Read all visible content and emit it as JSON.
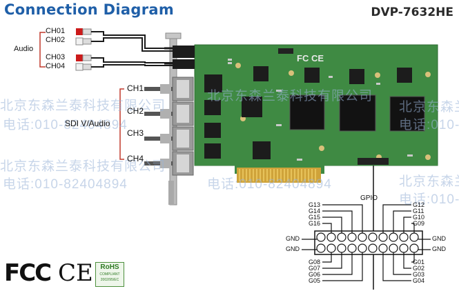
{
  "header": {
    "title": "Connection Diagram",
    "model": "DVP-7632HE"
  },
  "audio": {
    "group_label": "Audio",
    "channels": [
      "CH01",
      "CH02",
      "CH03",
      "CH04"
    ]
  },
  "sdi": {
    "group_label": "SDI V/Audio",
    "channels": [
      "CH1",
      "CH2",
      "CH3",
      "CH4"
    ]
  },
  "board": {
    "brand_marks": "FC CE"
  },
  "gpio": {
    "label": "GPIO",
    "gnd_label": "GND",
    "top_left": [
      "G13",
      "G14",
      "G15",
      "G16"
    ],
    "top_right": [
      "G12",
      "G11",
      "G10",
      "G09"
    ],
    "bottom_left": [
      "G08",
      "G07",
      "G06",
      "G05"
    ],
    "bottom_right": [
      "G01",
      "G02",
      "G03",
      "G04"
    ]
  },
  "watermark": {
    "company": "北京东森兰泰科技有限公司",
    "phone": "电话:010-82404894"
  },
  "certifications": {
    "fcc": "FCC",
    "ce": "CE",
    "rohs_title": "RoHS",
    "rohs_sub": "COMPLIANT",
    "rohs_code": "2002/95/EC"
  },
  "colors": {
    "title_blue": "#1f5fa8",
    "pcb_green": "#3f8a43",
    "cable": "#1a1a1a",
    "sdi_bracket": "#c0392b"
  }
}
